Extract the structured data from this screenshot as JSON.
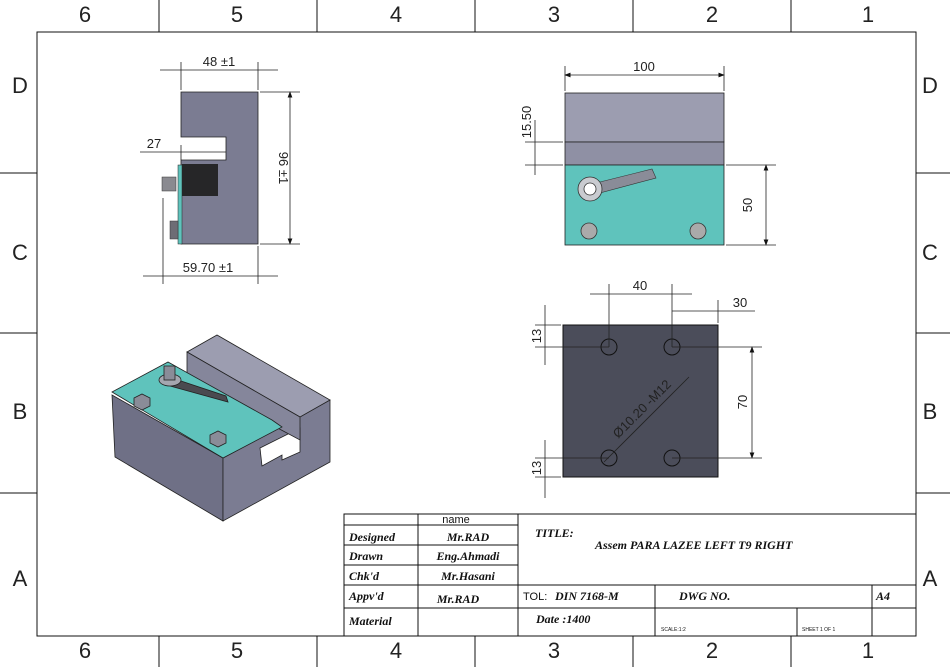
{
  "zones": {
    "columns": [
      "6",
      "5",
      "4",
      "3",
      "2",
      "1"
    ],
    "rows": [
      "D",
      "C",
      "B",
      "A"
    ]
  },
  "left_view": {
    "dim_width": "48 ±1",
    "dim_slot": "27",
    "dim_height": "96 ±1",
    "dim_overall": "59.70 ±1"
  },
  "front_view": {
    "dim_width": "100",
    "dim_top": "15.50",
    "dim_plate": "50"
  },
  "bottom_view": {
    "dim_hole_spacing": "40",
    "dim_edge": "30",
    "dim_top_offset": "13",
    "dim_bottom_offset": "13",
    "dim_vertical": "70",
    "hole_callout": "Ø10.20 -M12"
  },
  "colors": {
    "body": "#7b7c92",
    "body_light": "#9c9db0",
    "plate": "#5fc3bc",
    "bottom": "#4b4d5a"
  },
  "title_block": {
    "name_header": "name",
    "designed_label": "Designed",
    "designed_value": "Mr.RAD",
    "drawn_label": "Drawn",
    "drawn_value": "Eng.Ahmadi",
    "checked_label": "Chk'd",
    "checked_value": "Mr.Hasani",
    "approved_label": "Appv'd",
    "approved_value": "Mr.RAD",
    "material_label": "Material",
    "title_label": "TITLE:",
    "title_value": "Assem PARA LAZEE LEFT T9 RIGHT",
    "tol_label": "TOL:",
    "tol_value": "DIN 7168-M",
    "dwg_label": "DWG NO.",
    "size": "A4",
    "date": "Date :1400",
    "scale": "SCALE:1:2",
    "sheet": "SHEET 1 OF 1"
  }
}
